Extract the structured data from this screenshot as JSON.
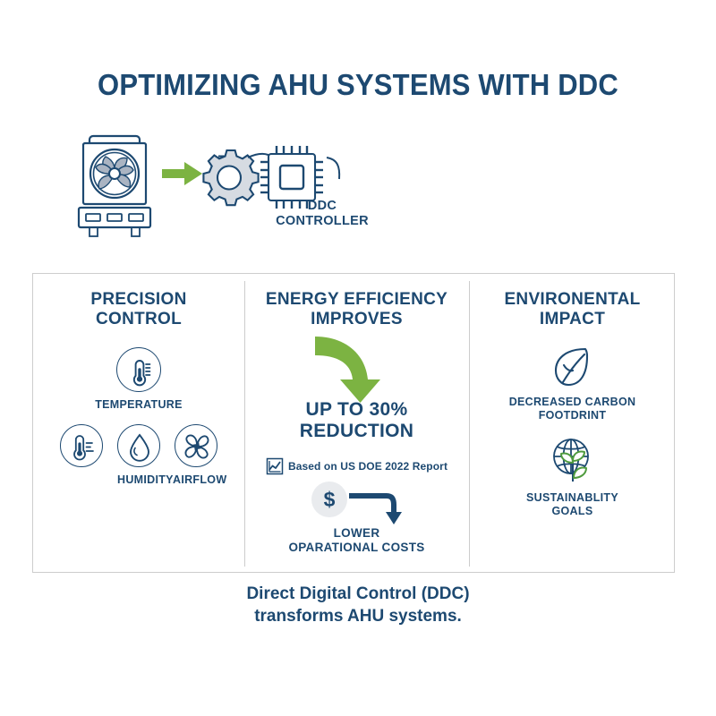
{
  "colors": {
    "navy": "#1d4971",
    "navy_dark": "#16395c",
    "green": "#7cb342",
    "gray_fill": "#d6dbe2",
    "panel_border": "#cdcdcd",
    "background": "#ffffff"
  },
  "header": {
    "title": "OPTIMIZING AHU SYSTEMS WITH DDC"
  },
  "hero": {
    "ahu_icon": "air-handling-unit-icon",
    "flow_arrow_icon": "green-right-arrow-icon",
    "gear_icon": "gear-icon",
    "chip_icon": "microchip-icon",
    "controller_label_line1": "DDC",
    "controller_label_line2": "CONTROLLER"
  },
  "columns": [
    {
      "id": "precision-control",
      "title_line1": "PRECISION",
      "title_line2": "CONTROL",
      "items": [
        {
          "icon": "thermometer-icon",
          "label": "TEMPERATURE"
        },
        {
          "icon": "thermometer-motion-icon",
          "label": ""
        },
        {
          "icon": "water-drop-icon",
          "label": "HUMIDITY"
        },
        {
          "icon": "fan-icon",
          "label": "AIRFLOW"
        }
      ]
    },
    {
      "id": "energy-efficiency",
      "title_line1": "ENERGY EFFICIENCY",
      "title_line2": "IMPROVES",
      "curve_arrow_icon": "green-curved-down-arrow-icon",
      "stat_line1": "UP TO 30%",
      "stat_line2": "REDUCTION",
      "source_icon": "line-chart-icon",
      "source_text": "Based on US DOE 2022 Report",
      "money_icon": "dollar-sign-icon",
      "money_arrow_icon": "elbow-down-arrow-icon",
      "cost_line1": "LOWER",
      "cost_line2": "OPARATIONAL COSTS"
    },
    {
      "id": "environmental-impact",
      "title_line1": "ENVIRONENTAL",
      "title_line2": "IMPACT",
      "items": [
        {
          "icon": "leaf-icon",
          "label_line1": "DECREASED CARBON",
          "label_line2": "FOOTDRINT"
        },
        {
          "icon": "globe-plant-icon",
          "label_line1": "SUSTAINABLITY",
          "label_line2": "GOALS"
        }
      ]
    }
  ],
  "footer": {
    "line1": "Direct Digital Control (DDC)",
    "line2": "transforms AHU systems."
  }
}
